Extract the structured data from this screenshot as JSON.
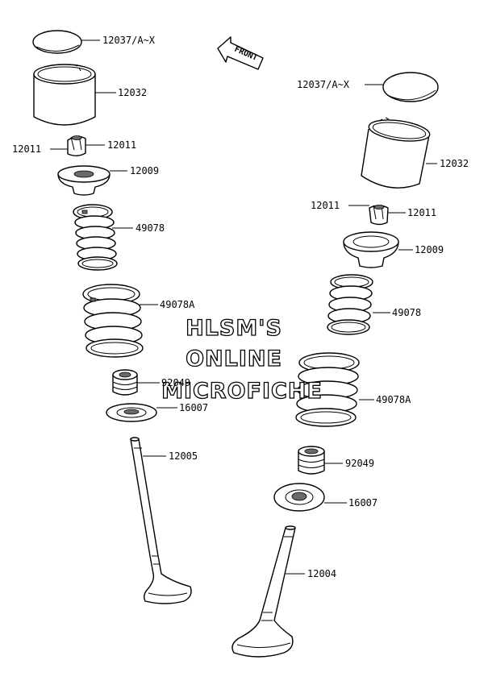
{
  "front_label": "FRONT",
  "watermark": [
    "HLSM'S",
    "ONLINE",
    "MICROFICHE"
  ],
  "left_column": {
    "shim": "12037/A~X",
    "tappet": "12032",
    "cotter_right": "12011",
    "cotter_left": "12011",
    "retainer": "12009",
    "inner_spring": "49078",
    "outer_spring": "49078A",
    "stem_seal": "92049",
    "spring_seat": "16007",
    "valve": "12005"
  },
  "right_column": {
    "shim": "12037/A~X",
    "tappet": "12032",
    "cotter_left": "12011",
    "cotter_right": "12011",
    "retainer": "12009",
    "inner_spring": "49078",
    "outer_spring": "49078A",
    "stem_seal": "92049",
    "spring_seat": "16007",
    "valve": "12004"
  }
}
